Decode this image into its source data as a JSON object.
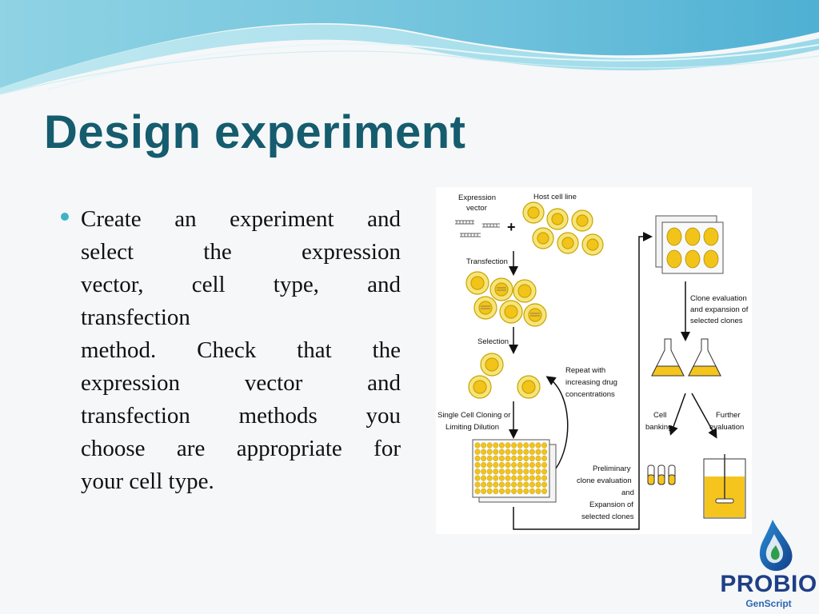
{
  "slide": {
    "title": "Design experiment",
    "body_lines": [
      "Create an experiment and",
      "select the expression",
      "vector, cell type, and",
      "transfection",
      "method. Check that the",
      "expression vector and",
      "transfection methods you",
      "choose are appropriate for",
      "your cell type."
    ]
  },
  "diagram": {
    "labels": {
      "expression_vector_1": "Expression",
      "expression_vector_2": "vector",
      "host_cell_line": "Host cell line",
      "transfection": "Transfection",
      "selection": "Selection",
      "repeat_1": "Repeat with",
      "repeat_2": "increasing drug",
      "repeat_3": "concentrations",
      "single_cell_1": "Single Cell Cloning or",
      "single_cell_2": "Limiting Dilution",
      "prelim_1": "Preliminary",
      "prelim_2": "clone evaluation",
      "prelim_3": "and",
      "prelim_4": "Expansion of",
      "prelim_5": "selected clones",
      "clone_eval_1": "Clone evaluation",
      "clone_eval_2": "and expansion of",
      "clone_eval_3": "selected clones",
      "cell_banking_1": "Cell",
      "cell_banking_2": "banking",
      "further_eval_1": "Further",
      "further_eval_2": "evaluation",
      "plus": "+"
    },
    "colors": {
      "cell_fill": "#f5e06a",
      "cell_inner": "#f2c41a",
      "liquid": "#f6c51d"
    }
  },
  "logo": {
    "name": "PROBIO",
    "sub": "GenScript"
  }
}
